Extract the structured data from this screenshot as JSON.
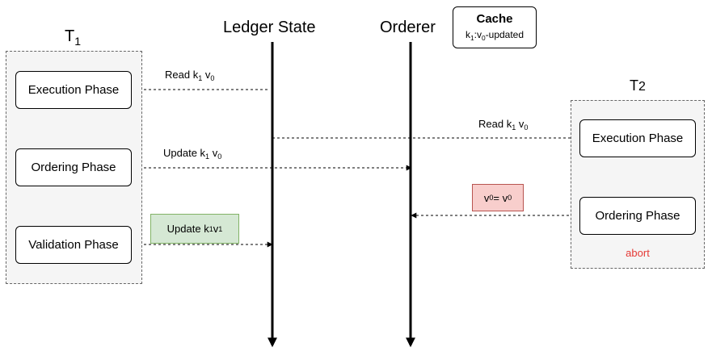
{
  "titles": {
    "t1_main": "T",
    "t1_sub": "1",
    "t2_main": "T",
    "t2_sub": "2",
    "ledger": "Ledger State",
    "orderer": "Orderer"
  },
  "cache": {
    "title": "Cache",
    "k": "k",
    "k_sub": "1",
    "colon": ":v",
    "v_sub": "0",
    "suffix": "-updated"
  },
  "t1_phases": {
    "execution": "Execution Phase",
    "ordering": "Ordering Phase",
    "validation": "Validation Phase"
  },
  "t2_phases": {
    "execution": "Execution Phase",
    "ordering": "Ordering Phase",
    "status": "abort"
  },
  "messages": {
    "read_t1": {
      "text": "Read k",
      "k_sub": "1",
      "v": " v",
      "v_sub": "0"
    },
    "update_t1": {
      "text": "Update k",
      "k_sub": "1",
      "v": " v",
      "v_sub": "0"
    },
    "update_validation": {
      "text": "Update k",
      "k_sub": "1",
      "v": " v",
      "v_sub": "1"
    },
    "read_t2": {
      "text": "Read k",
      "k_sub": "1",
      "v": " v",
      "v_sub": "0"
    },
    "conflict": {
      "lhs": "v",
      "lhs_sub": "0",
      "eq": " = v",
      "rhs_sub": "0"
    }
  },
  "colors": {
    "abort": "#e53935",
    "green_fill": "#d5e8d4",
    "red_fill": "#f8cecc"
  }
}
